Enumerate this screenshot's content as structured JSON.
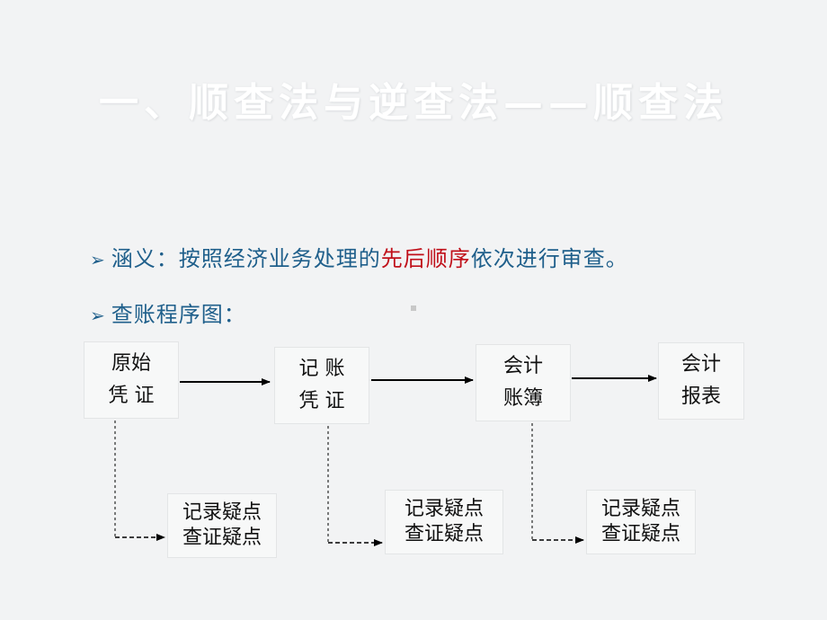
{
  "slide": {
    "title": "一、顺查法与逆查法——顺查法",
    "bullet1": {
      "label": "涵义：按照经济业务处理的",
      "highlight": "先后顺序",
      "rest": "依次进行审查。"
    },
    "bullet2": {
      "label": "查账程序图："
    }
  },
  "flow": {
    "steps": [
      {
        "line1": "原始",
        "line2": "凭 证"
      },
      {
        "line1": "记 账",
        "line2": "凭 证"
      },
      {
        "line1": "会计",
        "line2": "账簿"
      },
      {
        "line1": "会计",
        "line2": "报表"
      }
    ],
    "notes": [
      {
        "line1": "记录疑点",
        "line2": "查证疑点"
      },
      {
        "line1": "记录疑点",
        "line2": "查证疑点"
      },
      {
        "line1": "记录疑点",
        "line2": "查证疑点"
      }
    ]
  },
  "colors": {
    "text_blue": "#1f5f8b",
    "highlight_red": "#c0101a",
    "title_white": "#ffffff"
  }
}
